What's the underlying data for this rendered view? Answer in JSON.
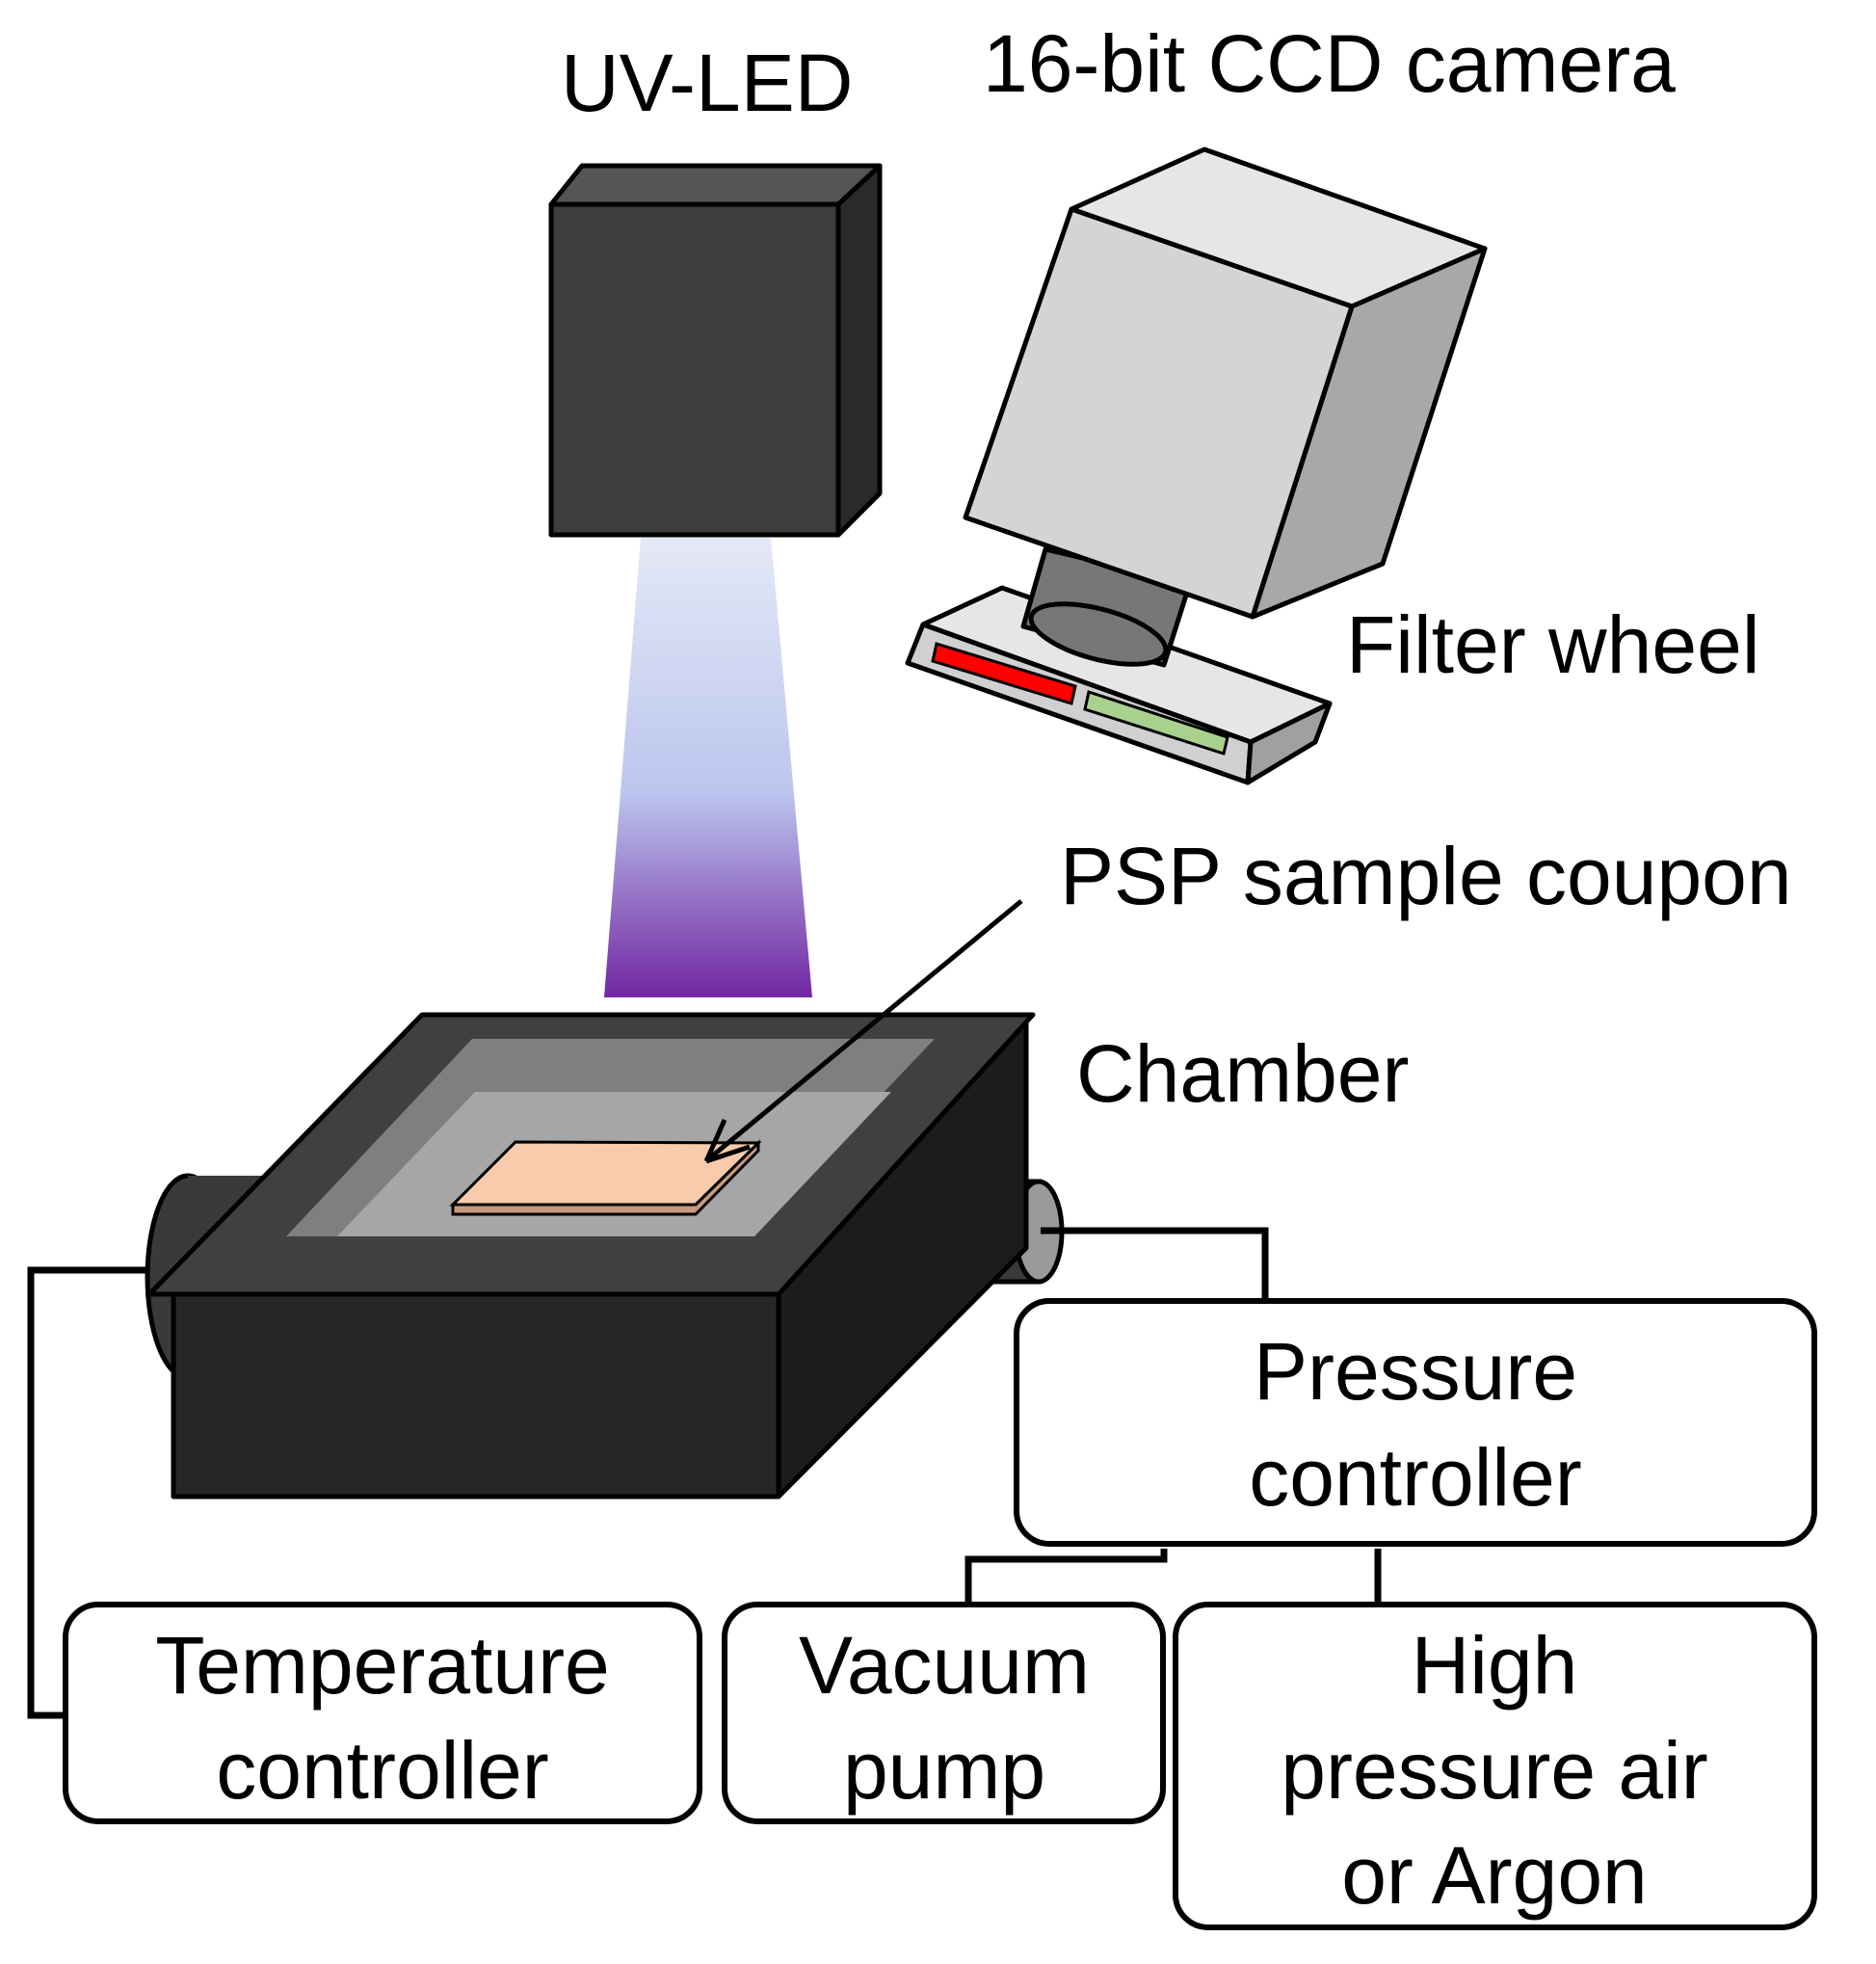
{
  "labels": {
    "uv_led": "UV-LED",
    "ccd_camera": "16-bit CCD camera",
    "filter_wheel": "Filter wheel",
    "psp_coupon": "PSP sample coupon",
    "chamber": "Chamber"
  },
  "boxes": {
    "pressure_controller": [
      "Pressure",
      "controller"
    ],
    "temperature_controller": [
      "Temperature",
      "controller"
    ],
    "vacuum_pump": [
      "Vacuum",
      "pump"
    ],
    "high_pressure": [
      "High",
      "pressure air",
      "or Argon"
    ]
  },
  "colors": {
    "led_body": "#3d3d3d",
    "led_side": "#2a2a2a",
    "beam_top": "#e4e8f6",
    "beam_mid": "#bcc6ee",
    "beam_bottom": "#7226a2",
    "camera_front": "#d4d4d4",
    "camera_top": "#e6e6e6",
    "camera_side": "#a8a8a8",
    "lens": "#777777",
    "filter_red": "#ff0000",
    "filter_green": "#a9d18e",
    "chamber_top": "#404040",
    "chamber_inner": "#7f7f7f",
    "chamber_floor": "#a6a6a6",
    "chamber_front": "#262626",
    "chamber_side": "#1c1c1c",
    "coupon": "#f8cbad",
    "port": "#3a3a3a",
    "port_face": "#9a9a9a"
  }
}
